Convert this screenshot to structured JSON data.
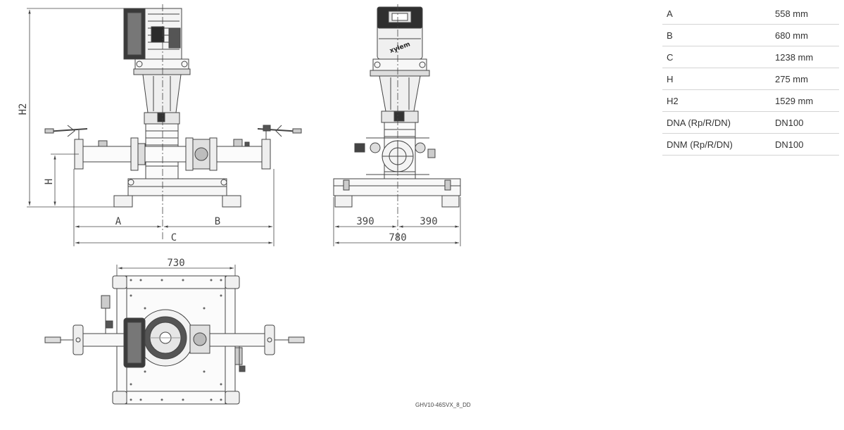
{
  "dimensions": {
    "front": {
      "h2": "H2",
      "h": "H",
      "a": "A",
      "b": "B",
      "c": "C"
    },
    "side": {
      "left": "390",
      "right": "390",
      "total": "780"
    },
    "top": {
      "width": "730"
    }
  },
  "brand": "xylem",
  "drawing_code": "GHV10-46SVX_8_DD",
  "spec_table": [
    {
      "label": "A",
      "value": "558 mm"
    },
    {
      "label": "B",
      "value": "680 mm"
    },
    {
      "label": "C",
      "value": "1238 mm"
    },
    {
      "label": "H",
      "value": "275 mm"
    },
    {
      "label": "H2",
      "value": "1529 mm"
    },
    {
      "label": "DNA (Rp/R/DN)",
      "value": "DN100"
    },
    {
      "label": "DNM (Rp/R/DN)",
      "value": "DN100"
    }
  ]
}
